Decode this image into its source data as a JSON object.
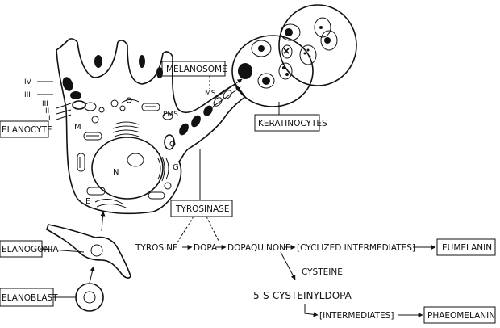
{
  "labels": {
    "melanosome": "MELANOSOME",
    "keratinocytes": "KERATINOCYTES",
    "melanocyte": "ELANOCYTE",
    "tyrosinase": "TYROSINASE",
    "melanogonia": "ELANOGONIA",
    "melanoblast": "ELANOBLAST"
  },
  "cell_labels": {
    "nucleus": "N",
    "mitochondria": "M",
    "golgi": "G",
    "er": "E",
    "pms": "PMS",
    "ms": "MS",
    "stage_iv": "IV",
    "stage_iii_top": "III",
    "stage_iii": "III",
    "stage_ii": "II",
    "stage_i": "I"
  },
  "pathway": {
    "tyrosine": "TYROSINE",
    "dopa": "DOPA",
    "dopaquinone": "DOPAQUINONE",
    "cyclized": "[CYCLIZED INTERMEDIATES]",
    "eumelanin": "EUMELANIN",
    "cysteine": "CYSTEINE",
    "cysteinyldopa": "5-S-CYSTEINYLDOPA",
    "intermediates": "[INTERMEDIATES]",
    "phaeomelanin": "PHAEOMELANIN"
  }
}
